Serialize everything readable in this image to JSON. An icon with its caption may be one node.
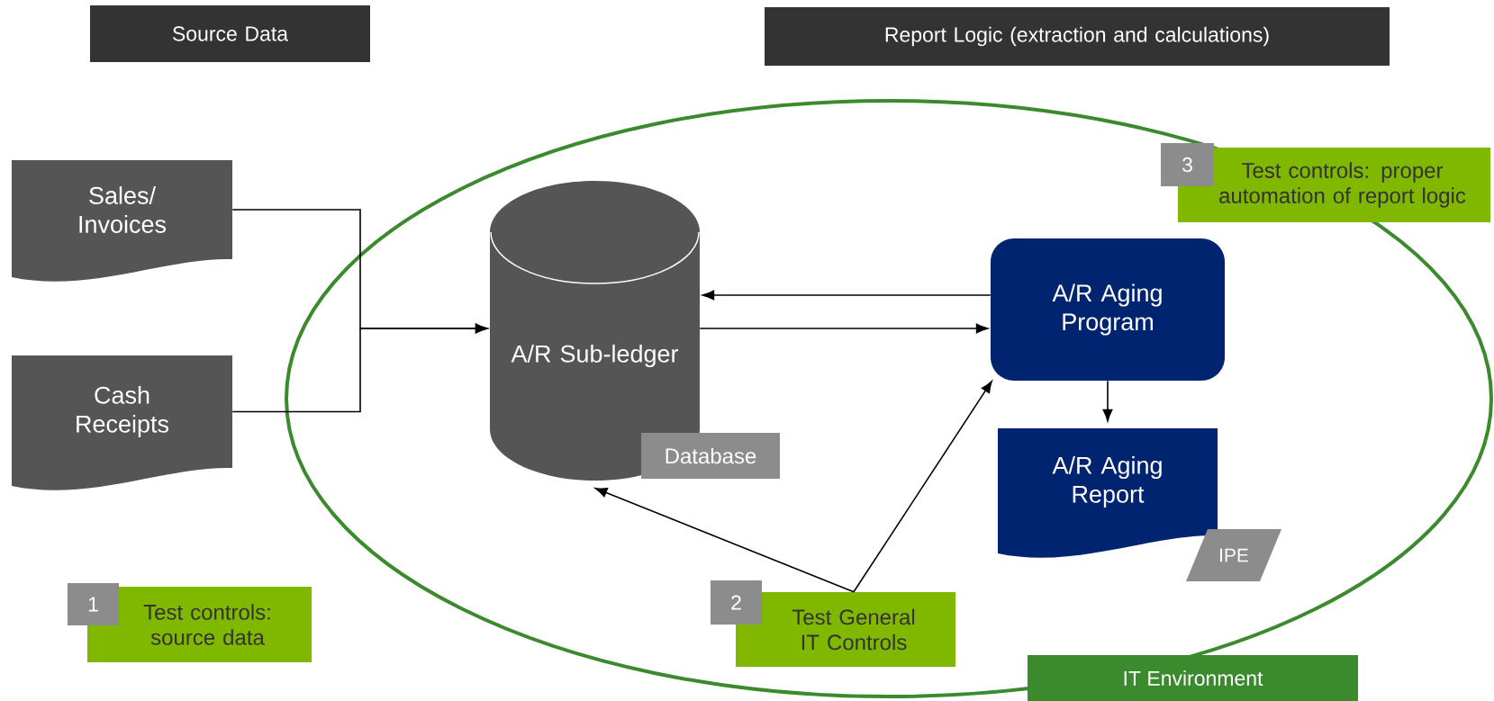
{
  "diagram": {
    "nodes": [
      {
        "text": [
          "Source Data"
        ]
      },
      {
        "text": [
          "Report Logic (extraction and calculations)"
        ]
      },
      {
        "text": [
          "IT Environment"
        ]
      },
      {
        "text": [
          "Sales/ Invoices"
        ]
      },
      {
        "text": [
          "Cash Receipts"
        ]
      },
      {
        "text": [
          "A/R Sub-ledger"
        ],
        "in": 2
      },
      {
        "text": [
          "Database"
        ],
        "in": 2
      },
      {
        "text": [
          "A/R Aging Program"
        ],
        "in": 2
      },
      {
        "text": [
          "A/R Aging Report"
        ],
        "in": 2
      },
      {
        "text": [
          "IPE"
        ],
        "in": 2
      },
      {
        "text": [
          "1"
        ]
      },
      {
        "text": [
          "Test controls: source data"
        ]
      },
      {
        "text": [
          "2"
        ],
        "in": 2
      },
      {
        "text": [
          "Test General IT Controls"
        ],
        "in": 2
      },
      {
        "text": [
          "3"
        ],
        "in": 2
      },
      {
        "text": [
          "Test controls: proper automation of report logic"
        ]
      }
    ],
    "edges": [
      {
        "from": 3,
        "to": 5,
        "arrow": "to"
      },
      {
        "from": 4,
        "to": 5,
        "arrow": "to"
      },
      {
        "from": 7,
        "to": 5,
        "arrow": "to"
      },
      {
        "from": 5,
        "to": 7,
        "arrow": "to"
      },
      {
        "from": 7,
        "to": 8,
        "arrow": "to"
      },
      {
        "from": 13,
        "to": 5,
        "arrow": "to"
      },
      {
        "from": 13,
        "to": 7,
        "arrow": "to"
      }
    ]
  }
}
